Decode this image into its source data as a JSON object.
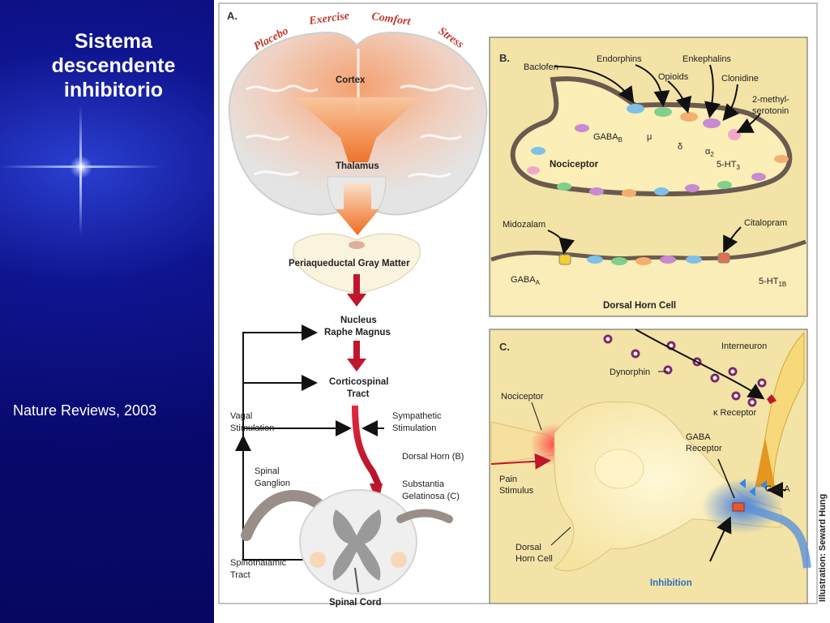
{
  "slide": {
    "title": "Sistema descendente inhibitorio",
    "citation": "Nature Reviews, 2003"
  },
  "panel_a": {
    "tag": "A.",
    "arc_labels": [
      "Placebo",
      "Exercise",
      "Comfort",
      "Stress"
    ],
    "cortex": "Cortex",
    "thalamus": "Thalamus",
    "pag": "Periaqueductal Gray Matter",
    "nrm_line1": "Nucleus",
    "nrm_line2": "Raphe Magnus",
    "cst_line1": "Corticospinal",
    "cst_line2": "Tract",
    "vagal_line1": "Vagal",
    "vagal_line2": "Stimulation",
    "symp_line1": "Sympathetic",
    "symp_line2": "Stimulation",
    "dorsal_horn": "Dorsal Horn (B)",
    "sg_line1": "Substantia",
    "sg_line2": "Gelatinosa (C)",
    "ganglion_line1": "Spinal",
    "ganglion_line2": "Ganglion",
    "stt_line1": "Spinothalamic",
    "stt_line2": "Tract",
    "spinal_cord": "Spinal Cord"
  },
  "panel_b": {
    "tag": "B.",
    "baclofen": "Baclofen",
    "endorphins": "Endorphins",
    "enkephalins": "Enkephalins",
    "opioids": "Opioids",
    "clonidine": "Clonidine",
    "methyl_line1": "2-methyl-",
    "methyl_line2": "serotonin",
    "gaba_b": "GABA",
    "gaba_b_sub": "B",
    "mu": "μ",
    "delta": "δ",
    "alpha2": "α",
    "alpha2_sub": "2",
    "ht3": "5-HT",
    "ht3_sub": "3",
    "nociceptor": "Nociceptor",
    "midozalam": "Midozalam",
    "citalopram": "Citalopram",
    "gaba_a": "GABA",
    "gaba_a_sub": "A",
    "ht1b": "5-HT",
    "ht1b_sub": "1B",
    "dorsal_horn_cell": "Dorsal Horn Cell"
  },
  "panel_c": {
    "tag": "C.",
    "interneuron": "Interneuron",
    "dynorphin": "Dynorphin",
    "kappa": "κ Receptor",
    "nociceptor": "Nociceptor",
    "gaba_receptor_line1": "GABA",
    "gaba_receptor_line2": "Receptor",
    "pain_line1": "Pain",
    "pain_line2": "Stimulus",
    "gaba": "GABA",
    "dh_line1": "Dorsal",
    "dh_line2": "Horn Cell",
    "inhibition": "Inhibition"
  },
  "credit": "Illustration: Seward Hung",
  "colors": {
    "slide_bg": "#08086a",
    "red_arrow": "#c0162c",
    "orange_arrow": "#f07a28",
    "panel_bg": "#f6e6a8",
    "inhibition_blue": "#3a7fd0"
  }
}
